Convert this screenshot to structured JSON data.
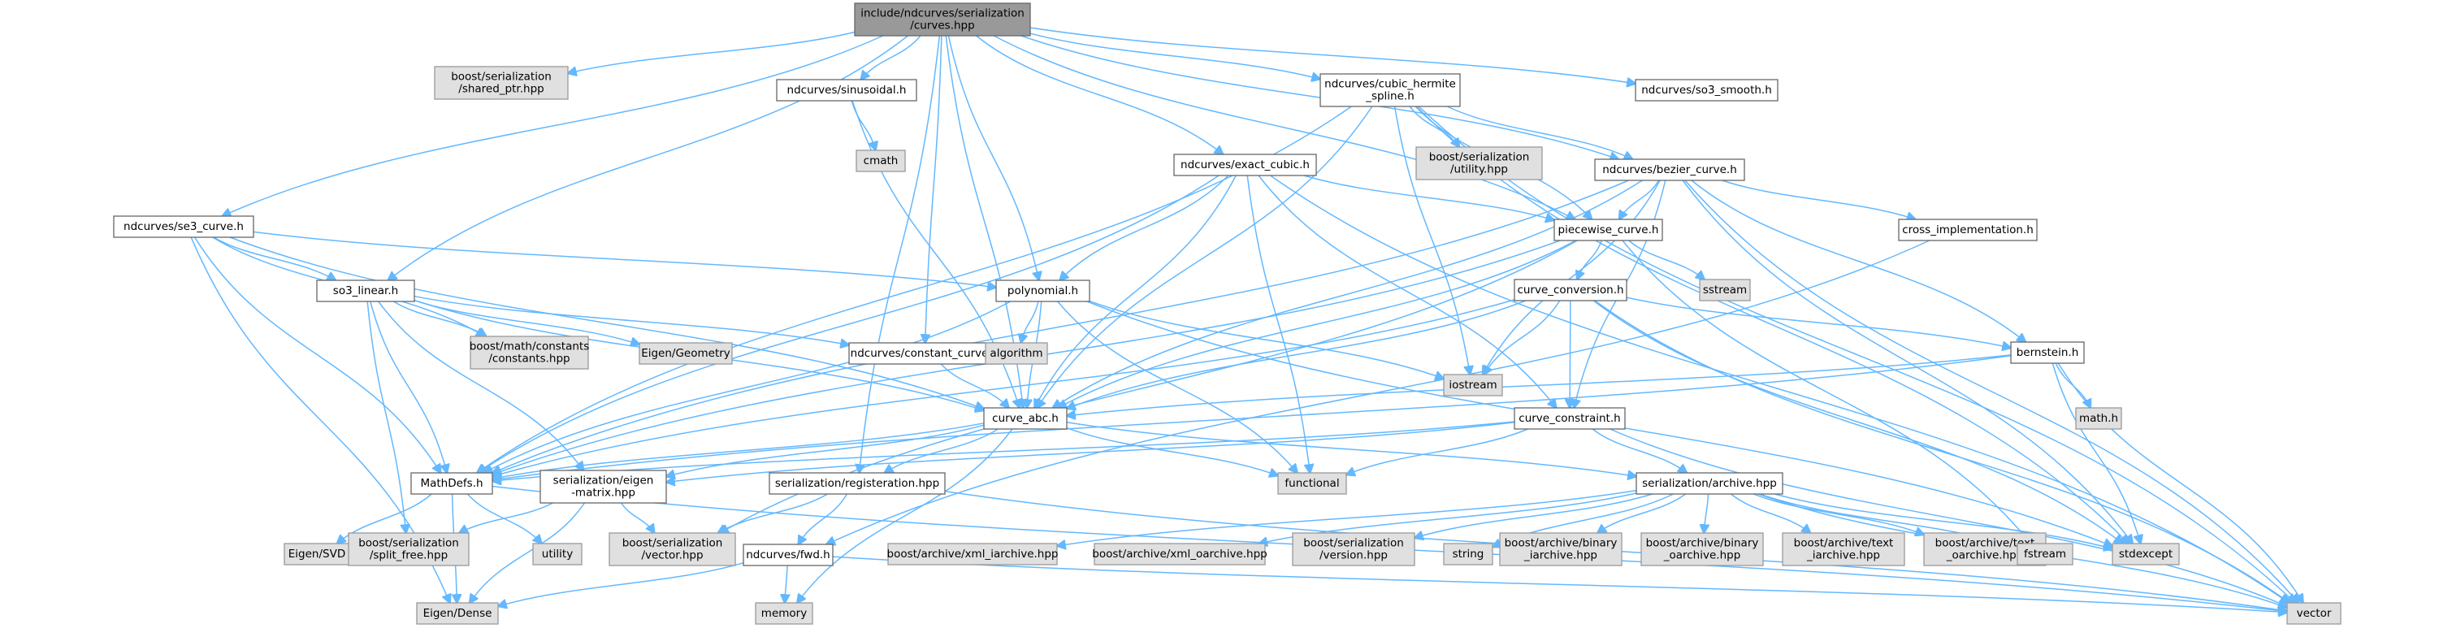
{
  "colors": {
    "edge": "#63b8ff",
    "root_fill": "#999999",
    "local_fill": "#ffffff",
    "system_fill": "#e0e0e0",
    "border": "#666666"
  },
  "nodes": [
    {
      "id": "root",
      "kind": "root",
      "lines": [
        "include/ndcurves/serialization",
        "/curves.hpp"
      ]
    },
    {
      "id": "shared_ptr",
      "kind": "system",
      "lines": [
        "boost/serialization",
        "/shared_ptr.hpp"
      ]
    },
    {
      "id": "sinusoidal",
      "kind": "local",
      "lines": [
        "ndcurves/sinusoidal.h"
      ]
    },
    {
      "id": "cmath",
      "kind": "system",
      "lines": [
        "cmath"
      ]
    },
    {
      "id": "cubic_hermite",
      "kind": "local",
      "lines": [
        "ndcurves/cubic_hermite",
        "_spline.h"
      ]
    },
    {
      "id": "so3_smooth",
      "kind": "local",
      "lines": [
        "ndcurves/so3_smooth.h"
      ]
    },
    {
      "id": "exact_cubic",
      "kind": "local",
      "lines": [
        "ndcurves/exact_cubic.h"
      ]
    },
    {
      "id": "bs_utility",
      "kind": "system",
      "lines": [
        "boost/serialization",
        "/utility.hpp"
      ]
    },
    {
      "id": "bezier",
      "kind": "local",
      "lines": [
        "ndcurves/bezier_curve.h"
      ]
    },
    {
      "id": "se3",
      "kind": "local",
      "lines": [
        "ndcurves/se3_curve.h"
      ]
    },
    {
      "id": "piecewise",
      "kind": "local",
      "lines": [
        "piecewise_curve.h"
      ]
    },
    {
      "id": "cross",
      "kind": "local",
      "lines": [
        "cross_implementation.h"
      ]
    },
    {
      "id": "so3_linear",
      "kind": "local",
      "lines": [
        "so3_linear.h"
      ]
    },
    {
      "id": "polynomial",
      "kind": "local",
      "lines": [
        "polynomial.h"
      ]
    },
    {
      "id": "sstream",
      "kind": "system",
      "lines": [
        "sstream"
      ]
    },
    {
      "id": "curve_conversion",
      "kind": "local",
      "lines": [
        "curve_conversion.h"
      ]
    },
    {
      "id": "boost_constants",
      "kind": "system",
      "lines": [
        "boost/math/constants",
        "/constants.hpp"
      ]
    },
    {
      "id": "eigen_geometry",
      "kind": "system",
      "lines": [
        "Eigen/Geometry"
      ]
    },
    {
      "id": "constant_curve",
      "kind": "local",
      "lines": [
        "ndcurves/constant_curve.h"
      ]
    },
    {
      "id": "algorithm",
      "kind": "system",
      "lines": [
        "algorithm"
      ]
    },
    {
      "id": "iostream",
      "kind": "system",
      "lines": [
        "iostream"
      ]
    },
    {
      "id": "bernstein",
      "kind": "local",
      "lines": [
        "bernstein.h"
      ]
    },
    {
      "id": "mathh",
      "kind": "system",
      "lines": [
        "math.h"
      ]
    },
    {
      "id": "curve_abc",
      "kind": "local",
      "lines": [
        "curve_abc.h"
      ]
    },
    {
      "id": "curve_constraint",
      "kind": "local",
      "lines": [
        "curve_constraint.h"
      ]
    },
    {
      "id": "mathdefs",
      "kind": "local",
      "lines": [
        "MathDefs.h"
      ]
    },
    {
      "id": "ser_eigen",
      "kind": "local",
      "lines": [
        "serialization/eigen",
        "-matrix.hpp"
      ]
    },
    {
      "id": "ser_reg",
      "kind": "local",
      "lines": [
        "serialization/registeration.hpp"
      ]
    },
    {
      "id": "functional",
      "kind": "system",
      "lines": [
        "functional"
      ]
    },
    {
      "id": "ser_archive",
      "kind": "local",
      "lines": [
        "serialization/archive.hpp"
      ]
    },
    {
      "id": "eigen_svd",
      "kind": "system",
      "lines": [
        "Eigen/SVD"
      ]
    },
    {
      "id": "split_free",
      "kind": "system",
      "lines": [
        "boost/serialization",
        "/split_free.hpp"
      ]
    },
    {
      "id": "utility",
      "kind": "system",
      "lines": [
        "utility"
      ]
    },
    {
      "id": "bs_vector",
      "kind": "system",
      "lines": [
        "boost/serialization",
        "/vector.hpp"
      ]
    },
    {
      "id": "fwd",
      "kind": "local",
      "lines": [
        "ndcurves/fwd.h"
      ]
    },
    {
      "id": "xml_iarchive",
      "kind": "system",
      "lines": [
        "boost/archive/xml_iarchive.hpp"
      ]
    },
    {
      "id": "xml_oarchive",
      "kind": "system",
      "lines": [
        "boost/archive/xml_oarchive.hpp"
      ]
    },
    {
      "id": "bs_version",
      "kind": "system",
      "lines": [
        "boost/serialization",
        "/version.hpp"
      ]
    },
    {
      "id": "string",
      "kind": "system",
      "lines": [
        "string"
      ]
    },
    {
      "id": "bin_iarchive",
      "kind": "system",
      "lines": [
        "boost/archive/binary",
        "_iarchive.hpp"
      ]
    },
    {
      "id": "bin_oarchive",
      "kind": "system",
      "lines": [
        "boost/archive/binary",
        "_oarchive.hpp"
      ]
    },
    {
      "id": "text_iarchive",
      "kind": "system",
      "lines": [
        "boost/archive/text",
        "_iarchive.hpp"
      ]
    },
    {
      "id": "text_oarchive",
      "kind": "system",
      "lines": [
        "boost/archive/text",
        "_oarchive.hpp"
      ]
    },
    {
      "id": "fstream",
      "kind": "system",
      "lines": [
        "fstream"
      ]
    },
    {
      "id": "stdexcept",
      "kind": "system",
      "lines": [
        "stdexcept"
      ]
    },
    {
      "id": "eigen_dense",
      "kind": "system",
      "lines": [
        "Eigen/Dense"
      ]
    },
    {
      "id": "memory",
      "kind": "system",
      "lines": [
        "memory"
      ]
    },
    {
      "id": "vector",
      "kind": "system",
      "lines": [
        "vector"
      ]
    }
  ],
  "edges": [
    [
      "root",
      "shared_ptr"
    ],
    [
      "root",
      "sinusoidal"
    ],
    [
      "root",
      "cubic_hermite"
    ],
    [
      "root",
      "so3_smooth"
    ],
    [
      "root",
      "exact_cubic"
    ],
    [
      "root",
      "bezier"
    ],
    [
      "root",
      "se3"
    ],
    [
      "root",
      "piecewise"
    ],
    [
      "root",
      "so3_linear"
    ],
    [
      "root",
      "polynomial"
    ],
    [
      "root",
      "constant_curve"
    ],
    [
      "root",
      "curve_abc"
    ],
    [
      "root",
      "ser_reg"
    ],
    [
      "sinusoidal",
      "cmath"
    ],
    [
      "sinusoidal",
      "curve_abc"
    ],
    [
      "cubic_hermite",
      "bs_utility"
    ],
    [
      "cubic_hermite",
      "bezier"
    ],
    [
      "cubic_hermite",
      "piecewise"
    ],
    [
      "cubic_hermite",
      "iostream"
    ],
    [
      "cubic_hermite",
      "curve_abc"
    ],
    [
      "cubic_hermite",
      "mathdefs"
    ],
    [
      "cubic_hermite",
      "stdexcept"
    ],
    [
      "cubic_hermite",
      "vector"
    ],
    [
      "exact_cubic",
      "piecewise"
    ],
    [
      "exact_cubic",
      "polynomial"
    ],
    [
      "exact_cubic",
      "curve_abc"
    ],
    [
      "exact_cubic",
      "curve_constraint"
    ],
    [
      "exact_cubic",
      "mathdefs"
    ],
    [
      "exact_cubic",
      "functional"
    ],
    [
      "exact_cubic",
      "vector"
    ],
    [
      "bezier",
      "piecewise"
    ],
    [
      "bezier",
      "cross"
    ],
    [
      "bezier",
      "bernstein"
    ],
    [
      "bezier",
      "curve_constraint"
    ],
    [
      "bezier",
      "curve_abc"
    ],
    [
      "bezier",
      "mathdefs"
    ],
    [
      "bezier",
      "iostream"
    ],
    [
      "bezier",
      "stdexcept"
    ],
    [
      "bezier",
      "vector"
    ],
    [
      "se3",
      "so3_linear"
    ],
    [
      "se3",
      "polynomial"
    ],
    [
      "se3",
      "boost_constants"
    ],
    [
      "se3",
      "curve_abc"
    ],
    [
      "se3",
      "mathdefs"
    ],
    [
      "se3",
      "eigen_dense"
    ],
    [
      "piecewise",
      "sstream"
    ],
    [
      "piecewise",
      "curve_conversion"
    ],
    [
      "piecewise",
      "curve_abc"
    ],
    [
      "piecewise",
      "mathdefs"
    ],
    [
      "piecewise",
      "bs_vector"
    ],
    [
      "piecewise",
      "fstream"
    ],
    [
      "cross",
      "fwd"
    ],
    [
      "so3_linear",
      "boost_constants"
    ],
    [
      "so3_linear",
      "eigen_geometry"
    ],
    [
      "so3_linear",
      "constant_curve"
    ],
    [
      "so3_linear",
      "curve_abc"
    ],
    [
      "so3_linear",
      "mathdefs"
    ],
    [
      "so3_linear",
      "split_free"
    ],
    [
      "so3_linear",
      "ser_eigen"
    ],
    [
      "polynomial",
      "algorithm"
    ],
    [
      "polynomial",
      "iostream"
    ],
    [
      "polynomial",
      "curve_abc"
    ],
    [
      "polynomial",
      "mathdefs"
    ],
    [
      "polynomial",
      "functional"
    ],
    [
      "polynomial",
      "stdexcept"
    ],
    [
      "curve_conversion",
      "iostream"
    ],
    [
      "curve_conversion",
      "bernstein"
    ],
    [
      "curve_conversion",
      "curve_abc"
    ],
    [
      "curve_conversion",
      "curve_constraint"
    ],
    [
      "curve_conversion",
      "mathdefs"
    ],
    [
      "curve_conversion",
      "stdexcept"
    ],
    [
      "curve_conversion",
      "vector"
    ],
    [
      "constant_curve",
      "curve_abc"
    ],
    [
      "bernstein",
      "mathh"
    ],
    [
      "bernstein",
      "curve_abc"
    ],
    [
      "bernstein",
      "mathdefs"
    ],
    [
      "bernstein",
      "stdexcept"
    ],
    [
      "bernstein",
      "vector"
    ],
    [
      "curve_abc",
      "mathdefs"
    ],
    [
      "curve_abc",
      "ser_reg"
    ],
    [
      "curve_abc",
      "ser_archive"
    ],
    [
      "curve_abc",
      "ser_eigen"
    ],
    [
      "curve_abc",
      "functional"
    ],
    [
      "curve_abc",
      "memory"
    ],
    [
      "curve_constraint",
      "mathdefs"
    ],
    [
      "curve_constraint",
      "ser_archive"
    ],
    [
      "curve_constraint",
      "ser_eigen"
    ],
    [
      "curve_constraint",
      "functional"
    ],
    [
      "curve_constraint",
      "vector"
    ],
    [
      "mathdefs",
      "eigen_svd"
    ],
    [
      "mathdefs",
      "utility"
    ],
    [
      "mathdefs",
      "eigen_dense"
    ],
    [
      "mathdefs",
      "vector"
    ],
    [
      "ser_eigen",
      "split_free"
    ],
    [
      "ser_eigen",
      "bs_vector"
    ],
    [
      "ser_eigen",
      "eigen_dense"
    ],
    [
      "ser_reg",
      "bs_vector"
    ],
    [
      "ser_reg",
      "fwd"
    ],
    [
      "ser_reg",
      "vector"
    ],
    [
      "ser_archive",
      "xml_iarchive"
    ],
    [
      "ser_archive",
      "xml_oarchive"
    ],
    [
      "ser_archive",
      "bs_version"
    ],
    [
      "ser_archive",
      "string"
    ],
    [
      "ser_archive",
      "bin_iarchive"
    ],
    [
      "ser_archive",
      "bin_oarchive"
    ],
    [
      "ser_archive",
      "text_iarchive"
    ],
    [
      "ser_archive",
      "text_oarchive"
    ],
    [
      "ser_archive",
      "fstream"
    ],
    [
      "ser_archive",
      "stdexcept"
    ],
    [
      "ser_archive",
      "vector"
    ],
    [
      "fwd",
      "eigen_dense"
    ],
    [
      "fwd",
      "memory"
    ],
    [
      "fwd",
      "vector"
    ]
  ]
}
